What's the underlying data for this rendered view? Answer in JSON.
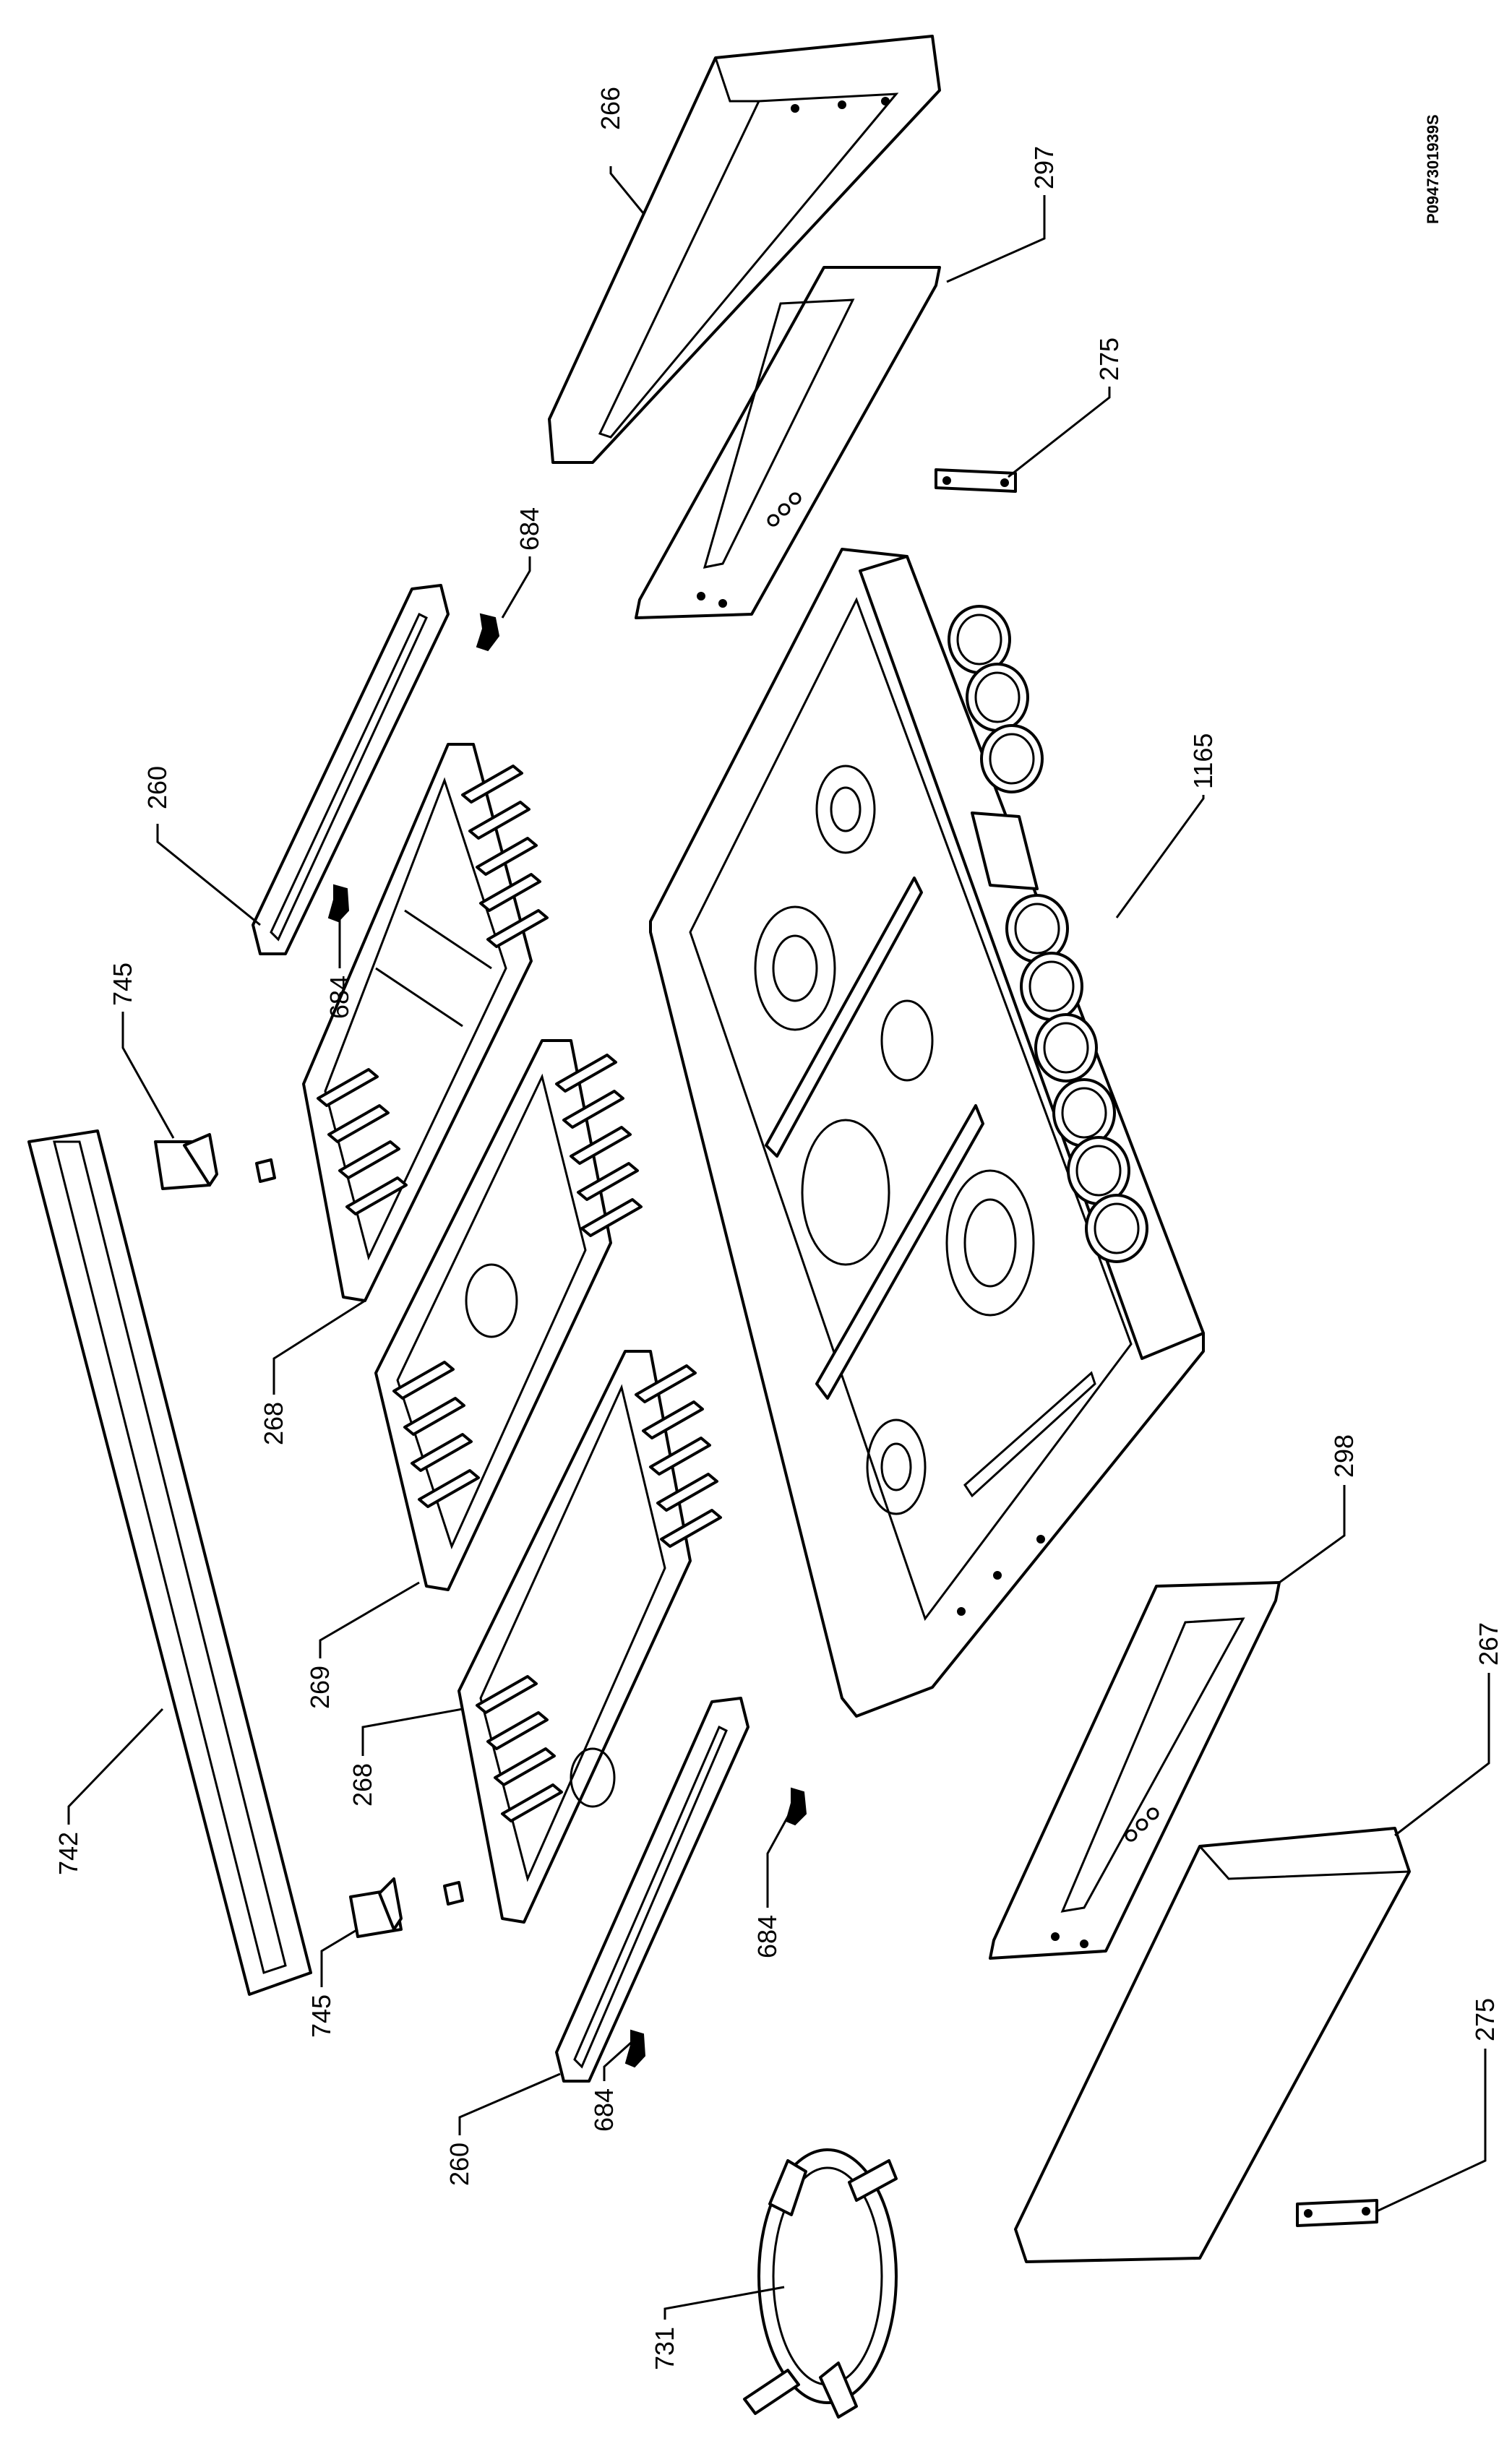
{
  "document_id": "P0947301939S",
  "callouts": {
    "c266": "266",
    "c297": "297",
    "c275_top": "275",
    "c684_top": "684",
    "c260_top": "260",
    "c684_mid": "684",
    "c1165": "1165",
    "c745_top": "745",
    "c268_top": "268",
    "c269": "269",
    "c742": "742",
    "c268_bottom": "268",
    "c298": "298",
    "c684_low": "684",
    "c267": "267",
    "c745_bottom": "745",
    "c260_bottom": "260",
    "c684_bottom": "684",
    "c275_bottom": "275",
    "c731": "731"
  }
}
